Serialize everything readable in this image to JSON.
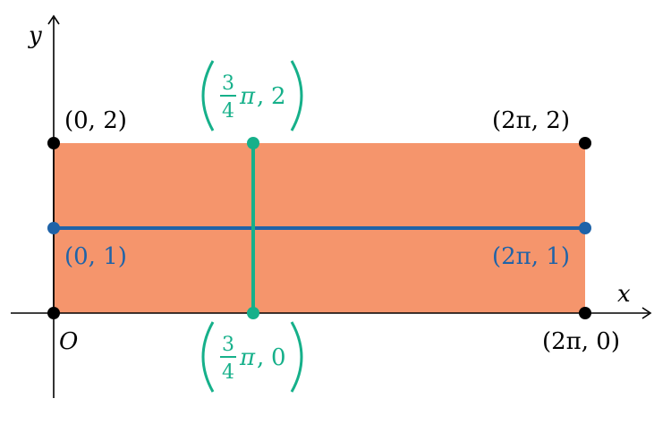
{
  "axes": {
    "x_label": "x",
    "y_label": "y",
    "origin_label": "O"
  },
  "colors": {
    "rect_fill": "#F5956C",
    "blue": "#1F63A8",
    "green": "#16B08A",
    "black": "#000000"
  },
  "rectangle": {
    "corners": [
      {
        "label": "(0,2)",
        "x": "0",
        "y": "2"
      },
      {
        "label": "(2π,2)",
        "x": "2π",
        "y": "2"
      },
      {
        "label": "(2π,0)",
        "x": "2π",
        "y": "0"
      },
      {
        "label": "O",
        "x": "0",
        "y": "0"
      }
    ]
  },
  "horizontal_line": {
    "color": "blue",
    "y": "1",
    "left_label": "(0,1)",
    "right_label": "(2π,1)"
  },
  "vertical_line": {
    "color": "green",
    "x": "3/4 π",
    "top_label": "(3/4 π, 2)",
    "bottom_label": "(3/4 π, 0)",
    "frac_num": "3",
    "frac_den": "4",
    "pi": "π",
    "top_y": "2",
    "bottom_y": "0"
  },
  "text": {
    "c02": "(0, 2)",
    "c2pi2": "(2π, 2)",
    "c2pi0": "(2π, 0)",
    "b01": "(0, 1)",
    "b2pi1": "(2π, 1)"
  }
}
